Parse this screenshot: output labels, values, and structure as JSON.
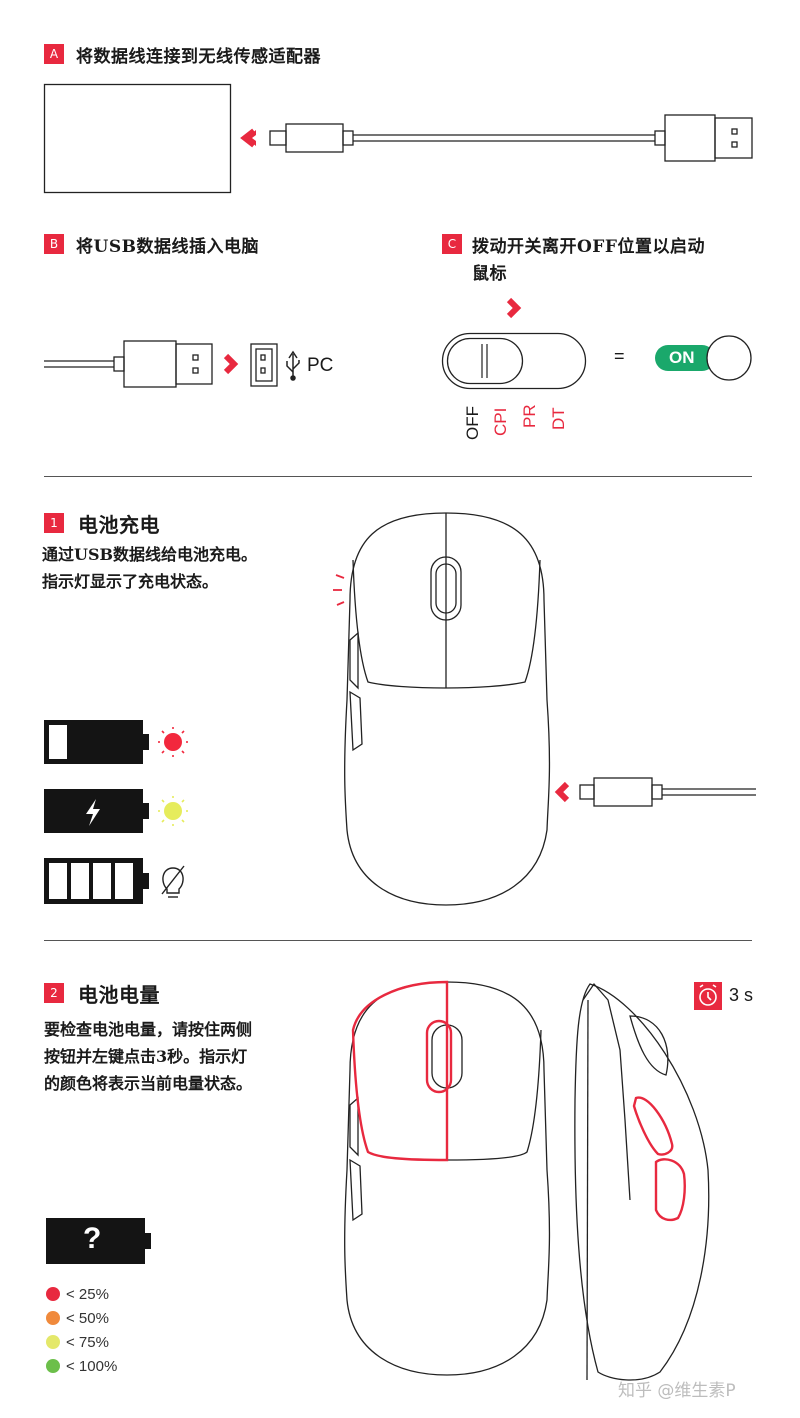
{
  "section_a": {
    "badge": "A",
    "title": "将数据线连接到无线传感适配器"
  },
  "section_b": {
    "badge": "B",
    "title": "将USB数据线插入电脑",
    "pc_label": "PC"
  },
  "section_c": {
    "badge": "C",
    "title_line1": "拨动开关离开OFF位置以启动",
    "title_line2": "鼠标",
    "switch_positions": [
      "OFF",
      "CPI",
      "PR",
      "DT"
    ],
    "equals": "=",
    "on_label": "ON"
  },
  "section_1": {
    "badge": "1",
    "title": "电池充电",
    "body_line1": "通过USB数据线给电池充电。",
    "body_line2": "指示灯显示了充电状态。"
  },
  "section_2": {
    "badge": "2",
    "title": "电池电量",
    "body_line1": "要检查电池电量，请按住两侧",
    "body_line2": "按钮并左键点击3秒。指示灯",
    "body_line3": "的颜色将表示当前电量状态。",
    "timer_label": "3 s",
    "battery_unknown": "?",
    "legend": [
      {
        "label": "< 25%",
        "color": "#e8293f"
      },
      {
        "label": "< 50%",
        "color": "#f08a3c"
      },
      {
        "label": "< 75%",
        "color": "#e4e86a"
      },
      {
        "label": "< 100%",
        "color": "#6cbf4a"
      }
    ]
  },
  "colors": {
    "accent": "#e8293f",
    "on_green": "#1aa86b",
    "led_red": "#f2283d",
    "led_yellow": "#e6ec5c"
  },
  "watermark": "知乎 @维生素P"
}
